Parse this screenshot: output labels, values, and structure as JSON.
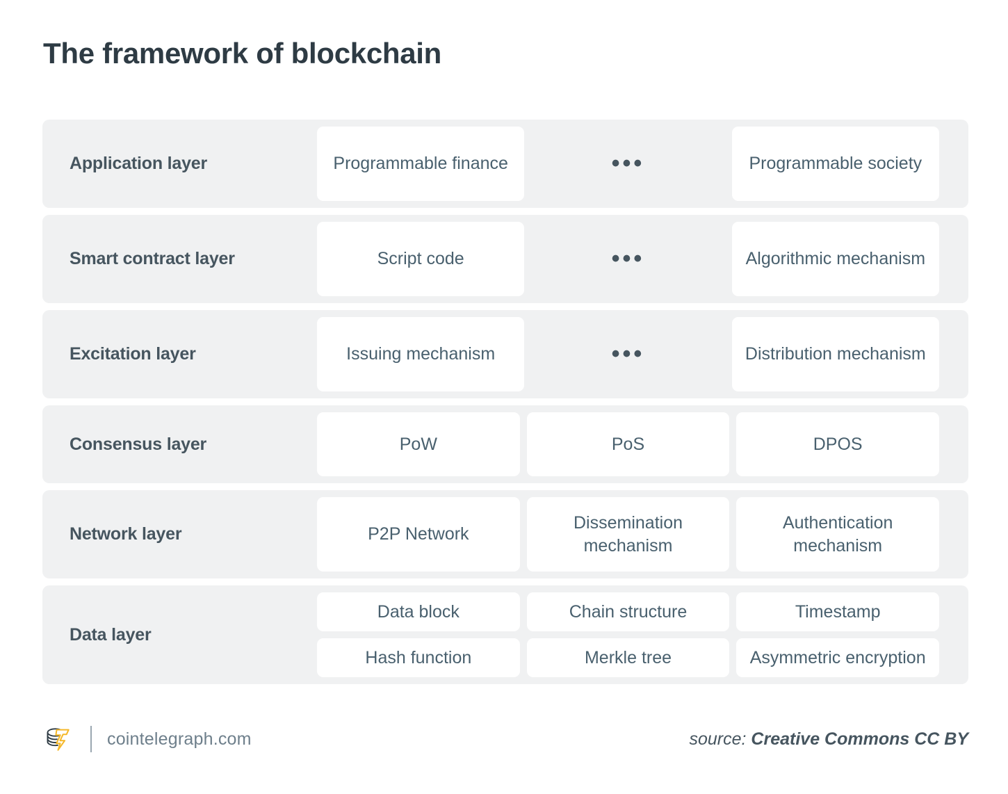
{
  "title": "The framework of blockchain",
  "colors": {
    "title": "#2e3b44",
    "band": "#f0f1f2",
    "card": "#ffffff",
    "card_text": "#49606e",
    "label_text": "#46555f",
    "brand_text": "#6e7f8b",
    "logo_accent": "#f5b728",
    "logo_dark": "#2e3b44",
    "page_background": "#ffffff"
  },
  "ellipsis": "•••",
  "layers": [
    {
      "label": "Application layer",
      "rows": [
        [
          {
            "type": "card",
            "text": "Programmable finance"
          },
          {
            "type": "ellipsis",
            "text": "•••"
          },
          {
            "type": "card",
            "text": "Programmable society"
          }
        ]
      ]
    },
    {
      "label": "Smart contract layer",
      "rows": [
        [
          {
            "type": "card",
            "text": "Script code"
          },
          {
            "type": "ellipsis",
            "text": "•••"
          },
          {
            "type": "card",
            "text": "Algorithmic mechanism"
          }
        ]
      ]
    },
    {
      "label": "Excitation layer",
      "rows": [
        [
          {
            "type": "card",
            "text": "Issuing mechanism"
          },
          {
            "type": "ellipsis",
            "text": "•••"
          },
          {
            "type": "card",
            "text": "Distribution mechanism"
          }
        ]
      ]
    },
    {
      "label": "Consensus layer",
      "rows": [
        [
          {
            "type": "card",
            "text": "PoW"
          },
          {
            "type": "card",
            "text": "PoS"
          },
          {
            "type": "card",
            "text": "DPOS"
          }
        ]
      ]
    },
    {
      "label": "Network layer",
      "rows": [
        [
          {
            "type": "card",
            "text": "P2P Network"
          },
          {
            "type": "card",
            "text": "Dissemination mechanism"
          },
          {
            "type": "card",
            "text": "Authentication mechanism"
          }
        ]
      ]
    },
    {
      "label": "Data layer",
      "rows": [
        [
          {
            "type": "card",
            "text": "Data block"
          },
          {
            "type": "card",
            "text": "Chain structure"
          },
          {
            "type": "card",
            "text": "Timestamp"
          }
        ],
        [
          {
            "type": "card",
            "text": "Hash function"
          },
          {
            "type": "card",
            "text": "Merkle tree"
          },
          {
            "type": "card",
            "text": "Asymmetric encryption"
          }
        ]
      ]
    }
  ],
  "footer": {
    "logo_icon": "cointelegraph-coin-stack-logo",
    "brand_name": "cointelegraph.com",
    "source_label": "source:",
    "source_value": "Creative Commons CC BY"
  }
}
